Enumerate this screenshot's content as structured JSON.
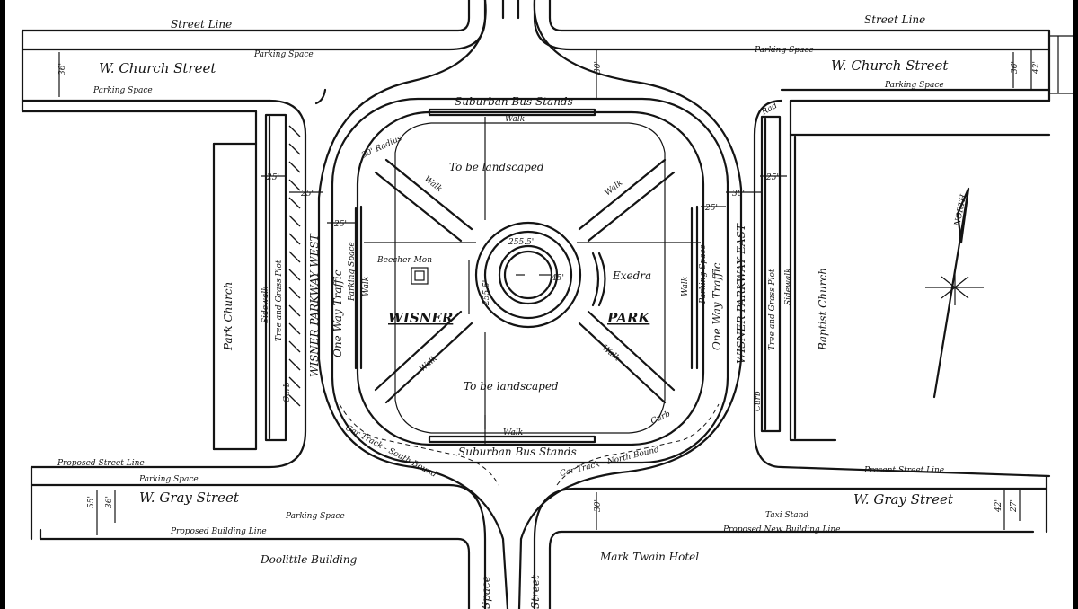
{
  "plan": {
    "streets": {
      "church_north_left": "Street Line",
      "church_north_right": "Street Line",
      "church_name_left": "W. Church Street",
      "church_name_right": "W. Church Street",
      "church_parking_top_left": "Parking Space",
      "church_parking_bottom_left": "Parking Space",
      "church_parking_top_right": "Parking Space",
      "church_parking_bottom_right": "Parking Space",
      "gray_line_left": "Proposed Street Line",
      "gray_line_right": "Present Street Line",
      "gray_name_left": "W. Gray Street",
      "gray_name_right": "W. Gray Street",
      "gray_parking_top_left": "Parking Space",
      "gray_parking_bottom_left": "Parking Space",
      "gray_taxi_right": "Taxi Stand",
      "gray_building_line_left": "Proposed Building Line",
      "gray_building_line_right": "Proposed New Building Line"
    },
    "buildings": {
      "park_church": "Park Church",
      "baptist_church": "Baptist Church",
      "doolittle": "Doolittle Building",
      "mark_twain": "Mark Twain Hotel"
    },
    "parkway": {
      "west": "WISNER PARKWAY WEST",
      "east": "WISNER PARKWAY EAST",
      "one_way_west": "One Way Traffic",
      "one_way_east": "One Way Traffic",
      "parking_west": "Parking Space",
      "parking_east": "Parking Space",
      "tree_plot_west": "Tree and Grass Plot",
      "tree_plot_east": "Tree and Grass Plot",
      "sidewalk_west": "Sidewalk",
      "sidewalk_east": "Sidewalk",
      "curb_west": "Curb",
      "curb_east": "Curb"
    },
    "park": {
      "name_left": "WISNER",
      "name_right": "PARK",
      "landscape_top": "To be landscaped",
      "landscape_bottom": "To be landscaped",
      "bus_top": "Suburban Bus Stands",
      "bus_bottom": "Suburban Bus Stands",
      "walk_top": "Walk",
      "walk_bottom": "Walk",
      "walk_nw": "Walk",
      "walk_ne": "Walk",
      "walk_sw": "Walk",
      "walk_se": "Walk",
      "walk_w": "Walk",
      "walk_e": "Walk",
      "exedra": "Exedra",
      "beecher": "Beecher Mon",
      "dim_circle_h": "255.5'",
      "dim_circle_v": "255.5'",
      "dim_inner": "45'",
      "radius_note": "30' Radius",
      "curb_se": "Curb"
    },
    "tracks": {
      "south": "Car Track - South Bound",
      "north": "Car Track - North Bound"
    },
    "dims": {
      "d_church_left": "36'",
      "d_church_right": "36'",
      "d_church_far": "42'",
      "d_gray_left_outer": "55'",
      "d_gray_left_inner": "36'",
      "d_gray_right_outer": "42'",
      "d_gray_right_inner": "27'",
      "d_25_a": "25'",
      "d_25_b": "25'",
      "d_25_c": "25'",
      "d_25_d": "25'",
      "d_25_e": "25'",
      "d_30_a": "30'",
      "d_30_b": "30'",
      "d_30_c": "30'",
      "d_rad": "Rad"
    },
    "north_arrow": "NORTH",
    "edge_text": {
      "bottom_left": "Space",
      "bottom_right": "Street"
    }
  }
}
